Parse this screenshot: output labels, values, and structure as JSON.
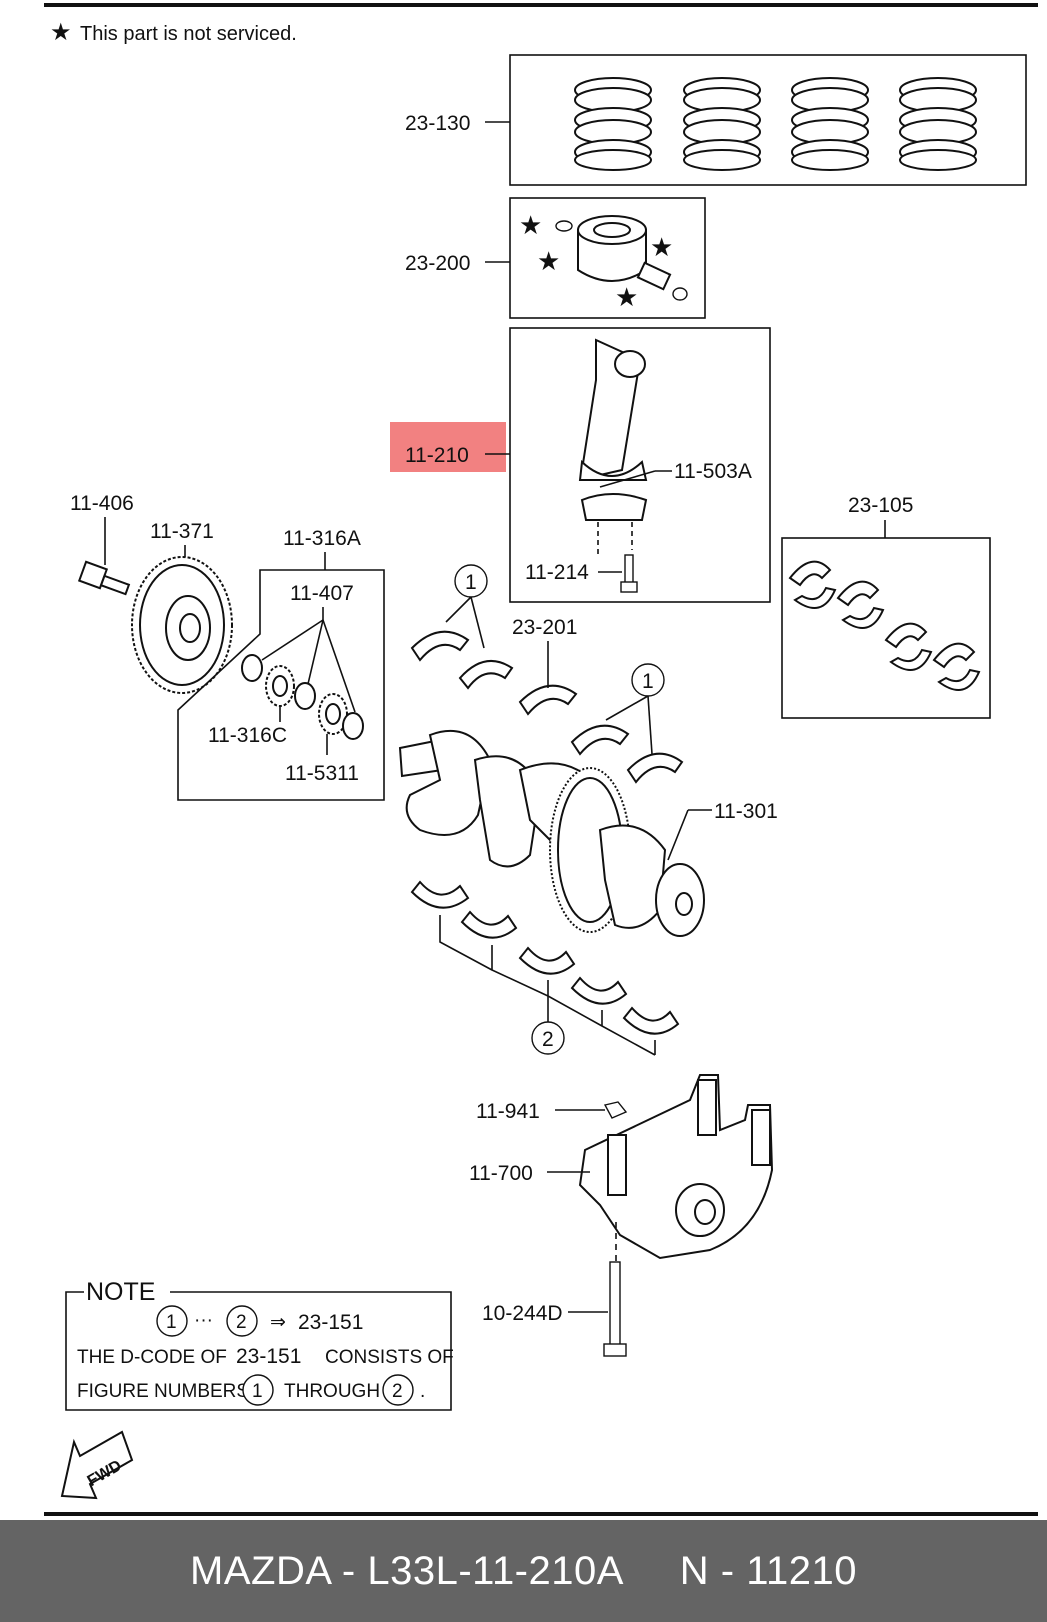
{
  "legend": {
    "star": "★",
    "text": "This part is not serviced."
  },
  "callouts": {
    "c23_130": "23-130",
    "c23_200": "23-200",
    "c11_210": "11-210",
    "c11_503A": "11-503A",
    "c11_214": "11-214",
    "c23_105": "23-105",
    "c11_406": "11-406",
    "c11_371": "11-371",
    "c11_316A": "11-316A",
    "c11_407": "11-407",
    "c11_316C": "11-316C",
    "c11_5311": "11-5311",
    "c23_201": "23-201",
    "c11_301": "11-301",
    "c11_941": "11-941",
    "c11_700": "11-700",
    "c10_244D": "10-244D",
    "circle1": "1",
    "circle2": "2"
  },
  "note": {
    "title": "NOTE",
    "n1": "1",
    "dots": "···",
    "n2": "2",
    "arrow": "⇒",
    "target": "23-151",
    "line2_a": "THE D-CODE OF",
    "line2_b": "23-151",
    "line2_c": "CONSISTS OF",
    "line3_a": "FIGURE NUMBERS",
    "line3_b": "1",
    "line3_c": "THROUGH",
    "line3_d": "2",
    "line3_e": "."
  },
  "fwd": "FWD",
  "footer": {
    "text": "MAZDA - L33L-11-210A     N - 11210"
  },
  "colors": {
    "highlight": "#f06b6b",
    "footer_bg": "#646464",
    "footer_text": "#ffffff"
  }
}
